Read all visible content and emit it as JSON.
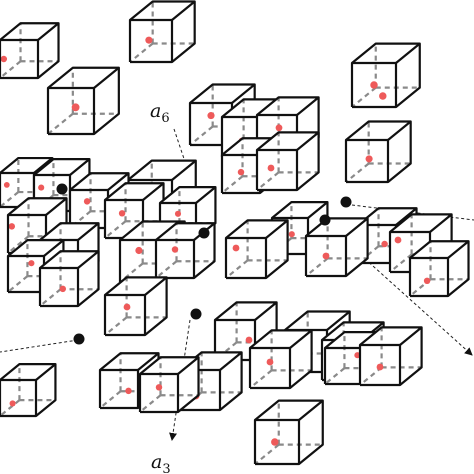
{
  "diagram": {
    "axis_labels": {
      "a6": {
        "main": "a",
        "sub": "6"
      },
      "a3": {
        "main": "a",
        "sub": "3"
      }
    },
    "colors": {
      "edge": "#111111",
      "hidden_edge": "#8a8a8a",
      "atom": "#ee5a5a",
      "marker": "#111111",
      "axis": "#222222"
    }
  }
}
